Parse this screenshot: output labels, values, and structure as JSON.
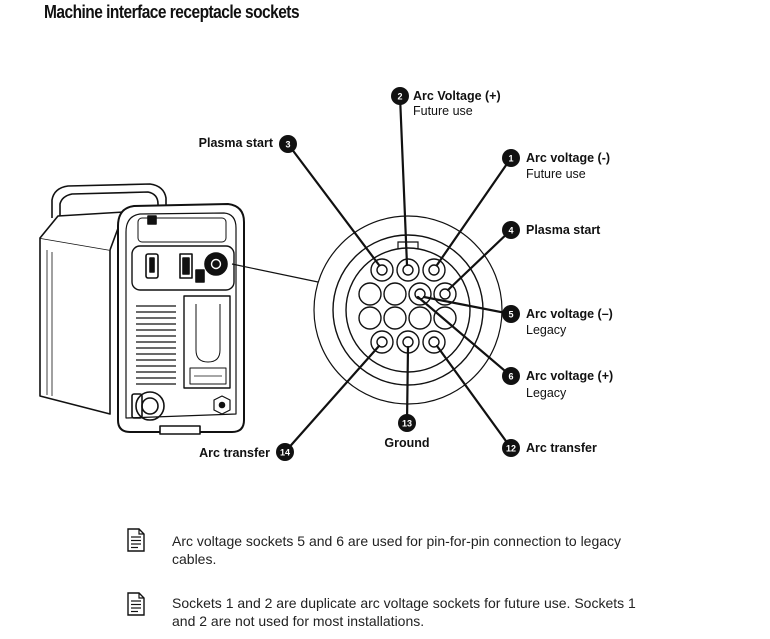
{
  "page": {
    "title": "Machine interface receptacle sockets"
  },
  "callouts": [
    {
      "id": "c1",
      "number": "1",
      "label": "Arc voltage (-)",
      "sublabel": "Future use"
    },
    {
      "id": "c2",
      "number": "2",
      "label": "Arc Voltage (+)",
      "sublabel": "Future use"
    },
    {
      "id": "c3",
      "number": "3",
      "label": "Plasma start",
      "sublabel": ""
    },
    {
      "id": "c4",
      "number": "4",
      "label": "Plasma start",
      "sublabel": ""
    },
    {
      "id": "c5",
      "number": "5",
      "label": "Arc voltage (–)",
      "sublabel": "Legacy"
    },
    {
      "id": "c6",
      "number": "6",
      "label": "Arc voltage (+)",
      "sublabel": "Legacy"
    },
    {
      "id": "c12",
      "number": "12",
      "label": "Arc transfer",
      "sublabel": ""
    },
    {
      "id": "c13",
      "number": "13",
      "label": "Ground",
      "sublabel": ""
    },
    {
      "id": "c14",
      "number": "14",
      "label": "Arc transfer",
      "sublabel": ""
    }
  ],
  "notes": [
    {
      "text": "Arc voltage sockets 5 and 6 are used for pin-for-pin connection to legacy cables."
    },
    {
      "text": "Sockets 1 and 2 are duplicate arc voltage sockets for future use. Sockets 1 and 2 are not used for most installations."
    }
  ],
  "icons": {
    "note": "note-document-icon",
    "machine": "plasma-power-supply-illustration"
  }
}
